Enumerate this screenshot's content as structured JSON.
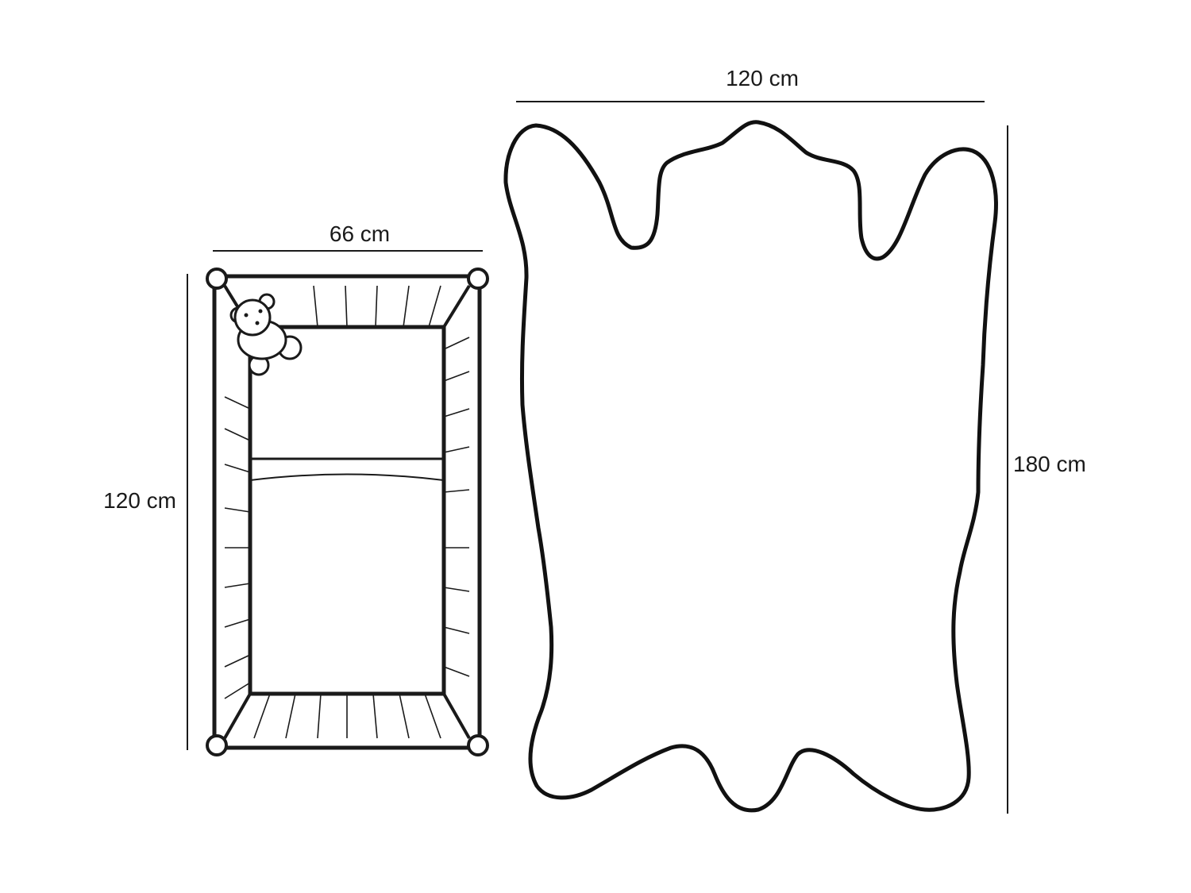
{
  "crib": {
    "width_label": "66 cm",
    "length_label": "120 cm",
    "toy_icon": "teddy-bear-icon"
  },
  "rug": {
    "width_label": "120 cm",
    "length_label": "180 cm",
    "shape_icon": "animal-hide-rug-icon"
  },
  "colors": {
    "stroke": "#1a1a1a",
    "background": "#ffffff"
  }
}
